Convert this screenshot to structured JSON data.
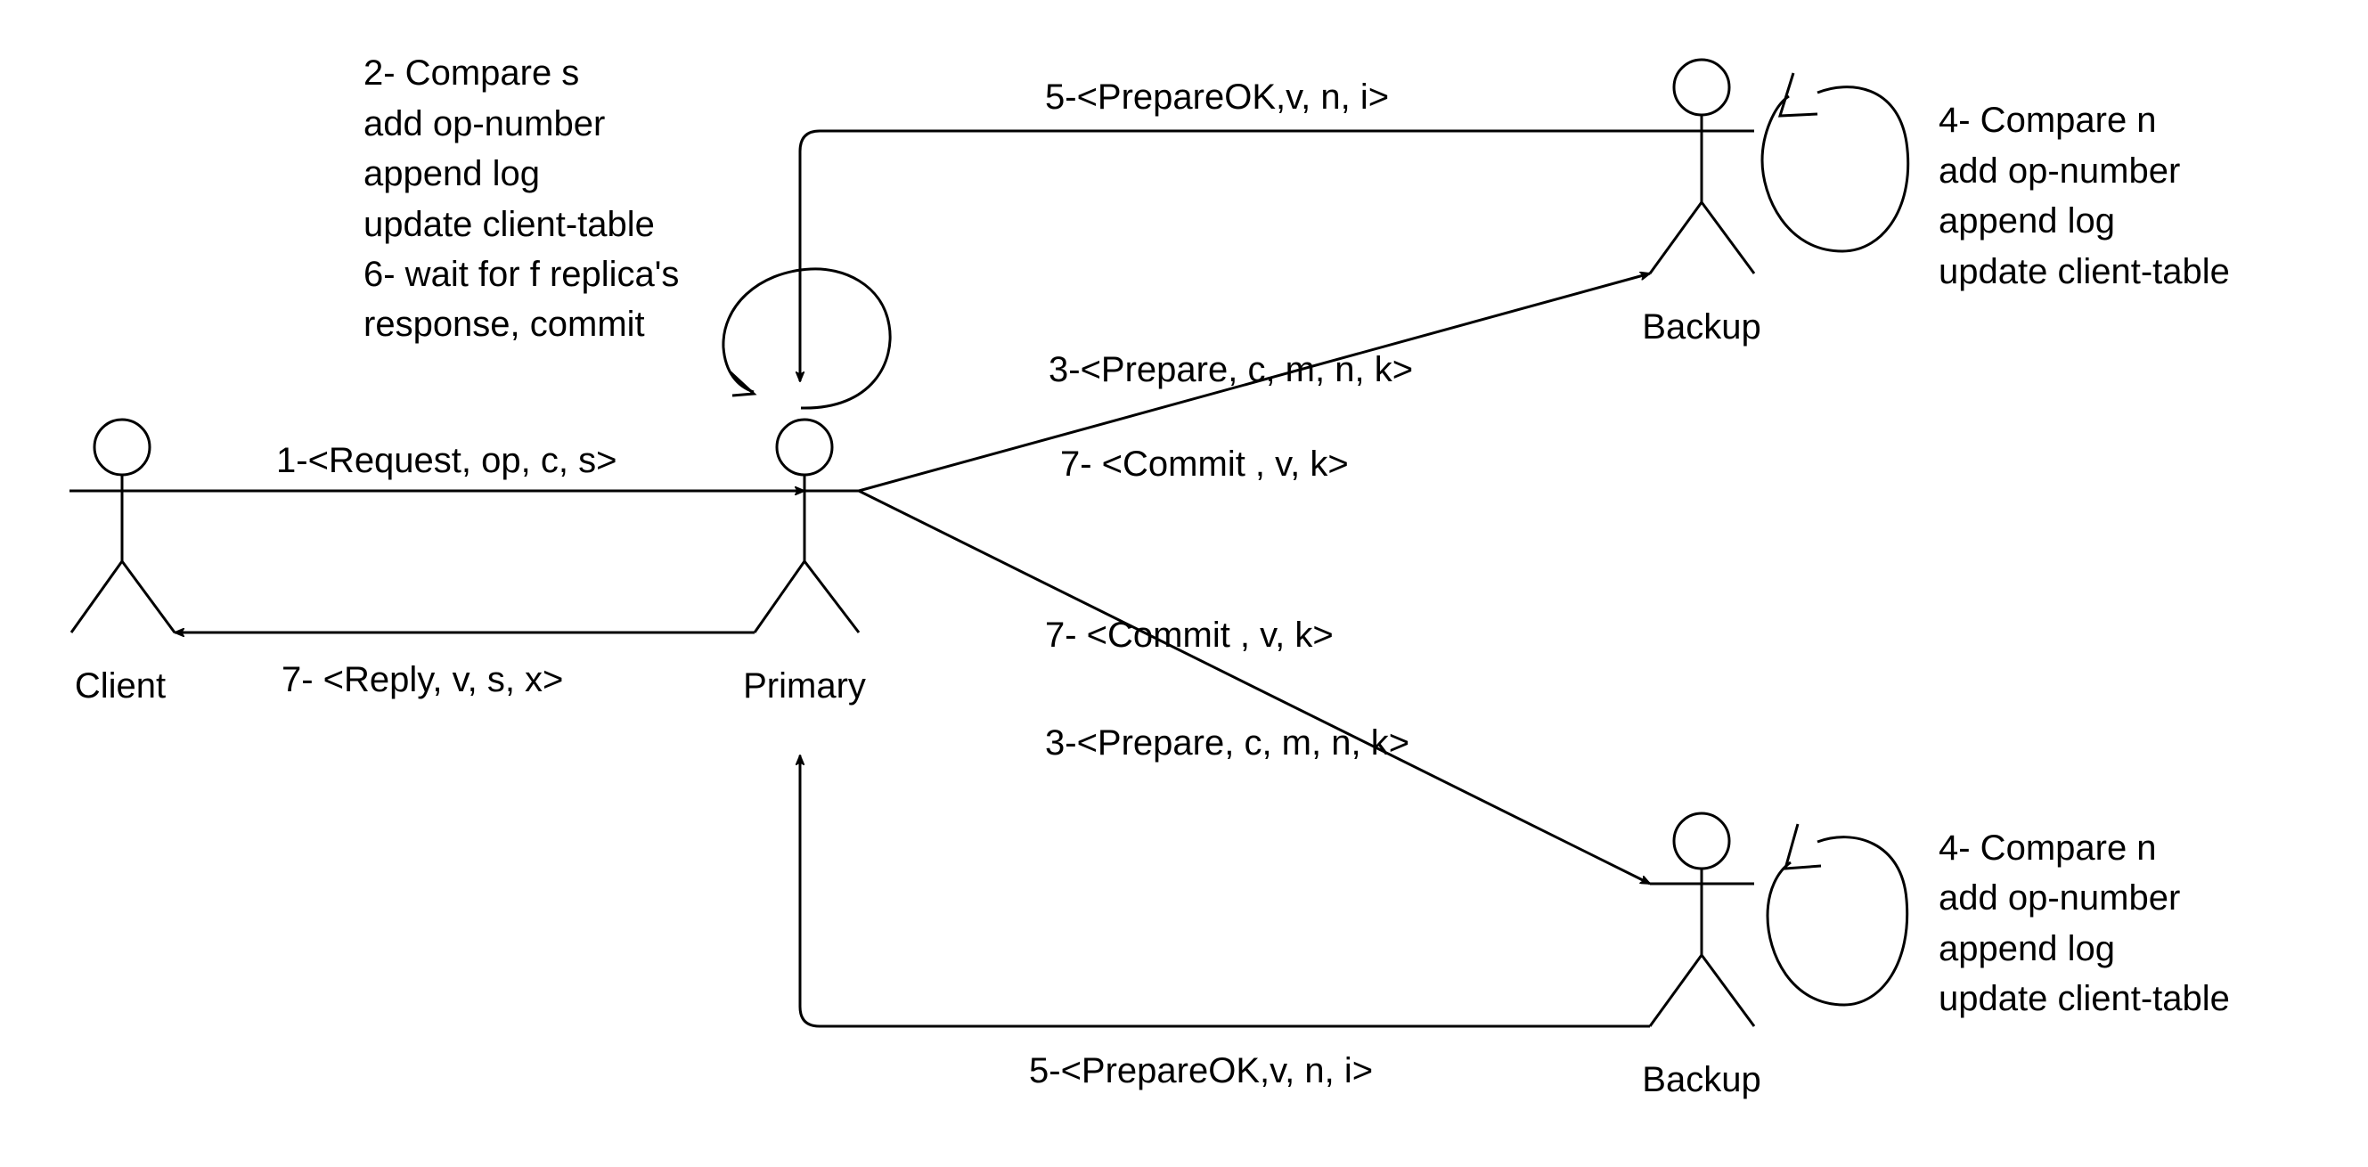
{
  "actors": {
    "client": "Client",
    "primary": "Primary",
    "backup_top": "Backup",
    "backup_bottom": "Backup"
  },
  "messages": {
    "request": "1-<Request, op, c, s>",
    "reply": "7- <Reply, v, s, x>",
    "prepare_top": "3-<Prepare, c, m, n, k>",
    "commit_top": "7- <Commit , v, k>",
    "commit_bottom": "7- <Commit , v, k>",
    "prepare_bottom": "3-<Prepare, c, m, n, k>",
    "prepareok_top": "5-<PrepareOK,v, n, i>",
    "prepareok_bottom": "5-<PrepareOK,v, n, i>"
  },
  "primary_note": [
    "2- Compare s",
    "add op-number",
    "append log",
    "update client-table",
    "6- wait for f replica's",
    "response, commit"
  ],
  "backup_top_note": [
    "4- Compare n",
    "add op-number",
    "append log",
    "update client-table"
  ],
  "backup_bottom_note": [
    "4- Compare n",
    "add op-number",
    "append log",
    "update client-table"
  ],
  "colors": {
    "line": "#000000",
    "background": "#ffffff"
  }
}
